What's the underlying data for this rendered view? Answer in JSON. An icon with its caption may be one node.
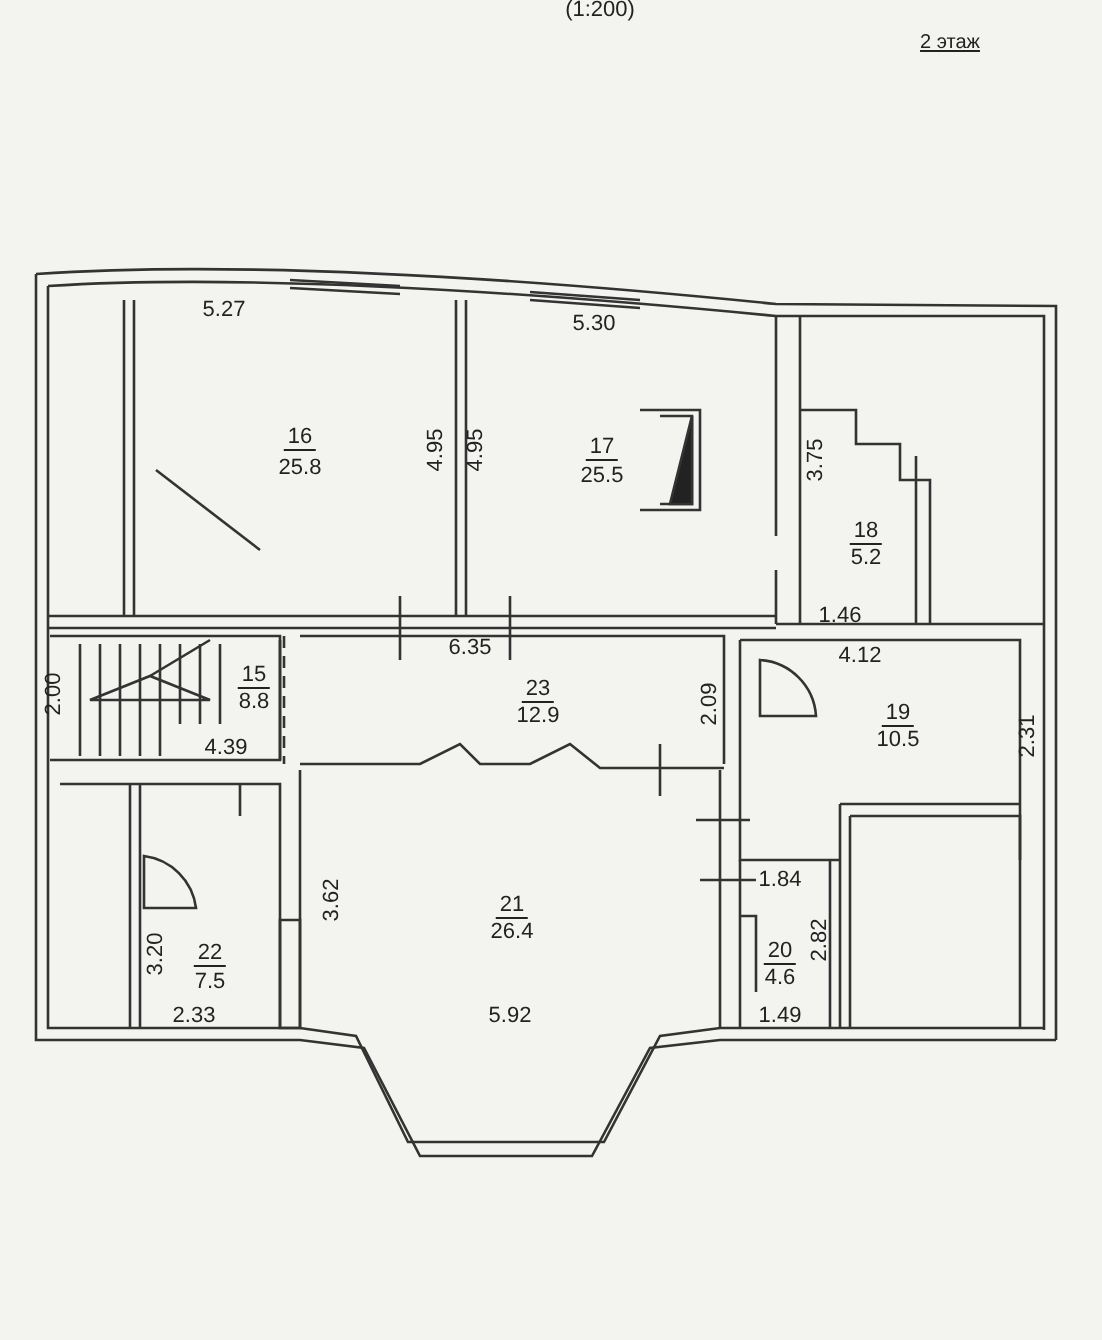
{
  "diagram": {
    "labels": [
      "(1:200)",
      "2 этаж",
      "5.27",
      "5.30",
      "16",
      "25.8",
      "4.95",
      "4.95",
      "17",
      "25.5",
      "3.75",
      "18",
      "5.2",
      "1.46",
      "6.35",
      "4.12",
      "2.00",
      "15",
      "8.8",
      "23",
      "12.9",
      "2.09",
      "19",
      "10.5",
      "2.31",
      "4.39",
      "1.84",
      "3.62",
      "21",
      "26.4",
      "3.20",
      "22",
      "7.5",
      "20",
      "4.6",
      "2.82",
      "2.33",
      "5.92",
      "1.49"
    ]
  }
}
